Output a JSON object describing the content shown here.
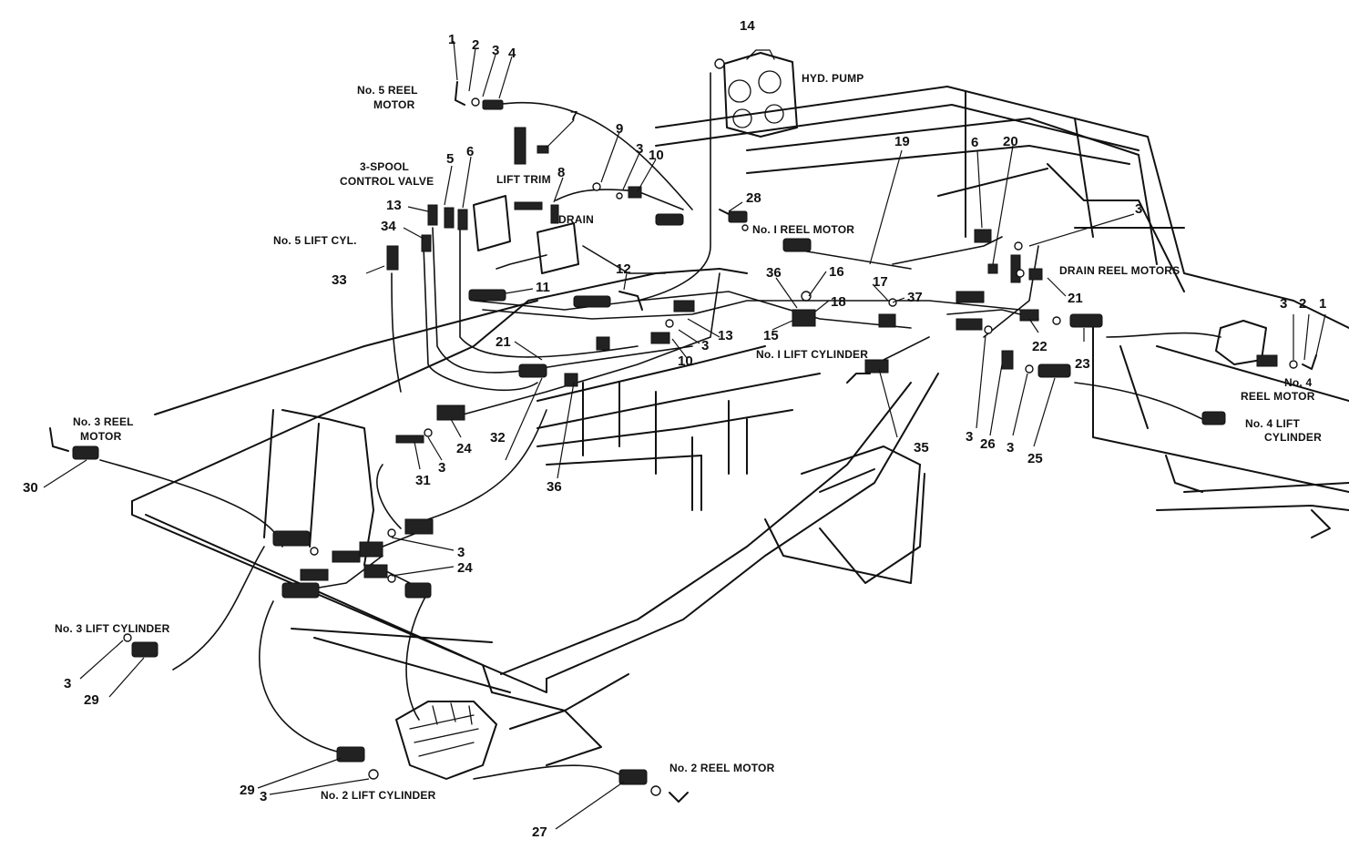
{
  "labels": {
    "no5_reel_motor_1": "No. 5 REEL",
    "no5_reel_motor_2": "MOTOR",
    "hyd_pump": "HYD. PUMP",
    "spool_valve_1": "3-SPOOL",
    "spool_valve_2": "CONTROL VALVE",
    "lift_trim": "LIFT TRIM",
    "drain": "DRAIN",
    "no5_lift_cyl": "No. 5 LIFT CYL.",
    "no1_reel_motor": "No. I REEL MOTOR",
    "drain_reel_motors": "DRAIN REEL MOTORS",
    "no1_lift_cylinder": "No. I LIFT CYLINDER",
    "no4_reel_motor_1": "No. 4",
    "no4_reel_motor_2": "REEL MOTOR",
    "no4_lift_cylinder_1": "No. 4 LIFT",
    "no4_lift_cylinder_2": "CYLINDER",
    "no3_reel_motor_1": "No. 3 REEL",
    "no3_reel_motor_2": "MOTOR",
    "no3_lift_cylinder": "No. 3 LIFT CYLINDER",
    "no2_lift_cylinder": "No. 2 LIFT CYLINDER",
    "no2_reel_motor": "No. 2 REEL MOTOR"
  },
  "callouts": {
    "c14": "14",
    "c1a": "1",
    "c2a": "2",
    "c3a": "3",
    "c4": "4",
    "c7": "7",
    "c9": "9",
    "c3b": "3",
    "c10a": "10",
    "c5": "5",
    "c6a": "6",
    "c8": "8",
    "c13a": "13",
    "c34": "34",
    "c33": "33",
    "c11": "11",
    "c12": "12",
    "c28": "28",
    "c19": "19",
    "c6b": "6",
    "c20": "20",
    "c3c": "3",
    "c36a": "36",
    "c16": "16",
    "c17": "17",
    "c18": "18",
    "c37": "37",
    "c15": "15",
    "c21a": "21",
    "c22": "22",
    "c23": "23",
    "c3d": "3",
    "c2b": "2",
    "c1b": "1",
    "c21b": "21",
    "c13b": "13",
    "c3e": "3",
    "c10b": "10",
    "c24a": "24",
    "c31": "31",
    "c3f": "3",
    "c32": "32",
    "c36b": "36",
    "c35": "35",
    "c3g": "3",
    "c26": "26",
    "c3h": "3",
    "c25": "25",
    "c30": "30",
    "c3i": "3",
    "c24b": "24",
    "c3j": "3",
    "c29a": "29",
    "c29b": "29",
    "c3k": "3",
    "c27": "27"
  }
}
